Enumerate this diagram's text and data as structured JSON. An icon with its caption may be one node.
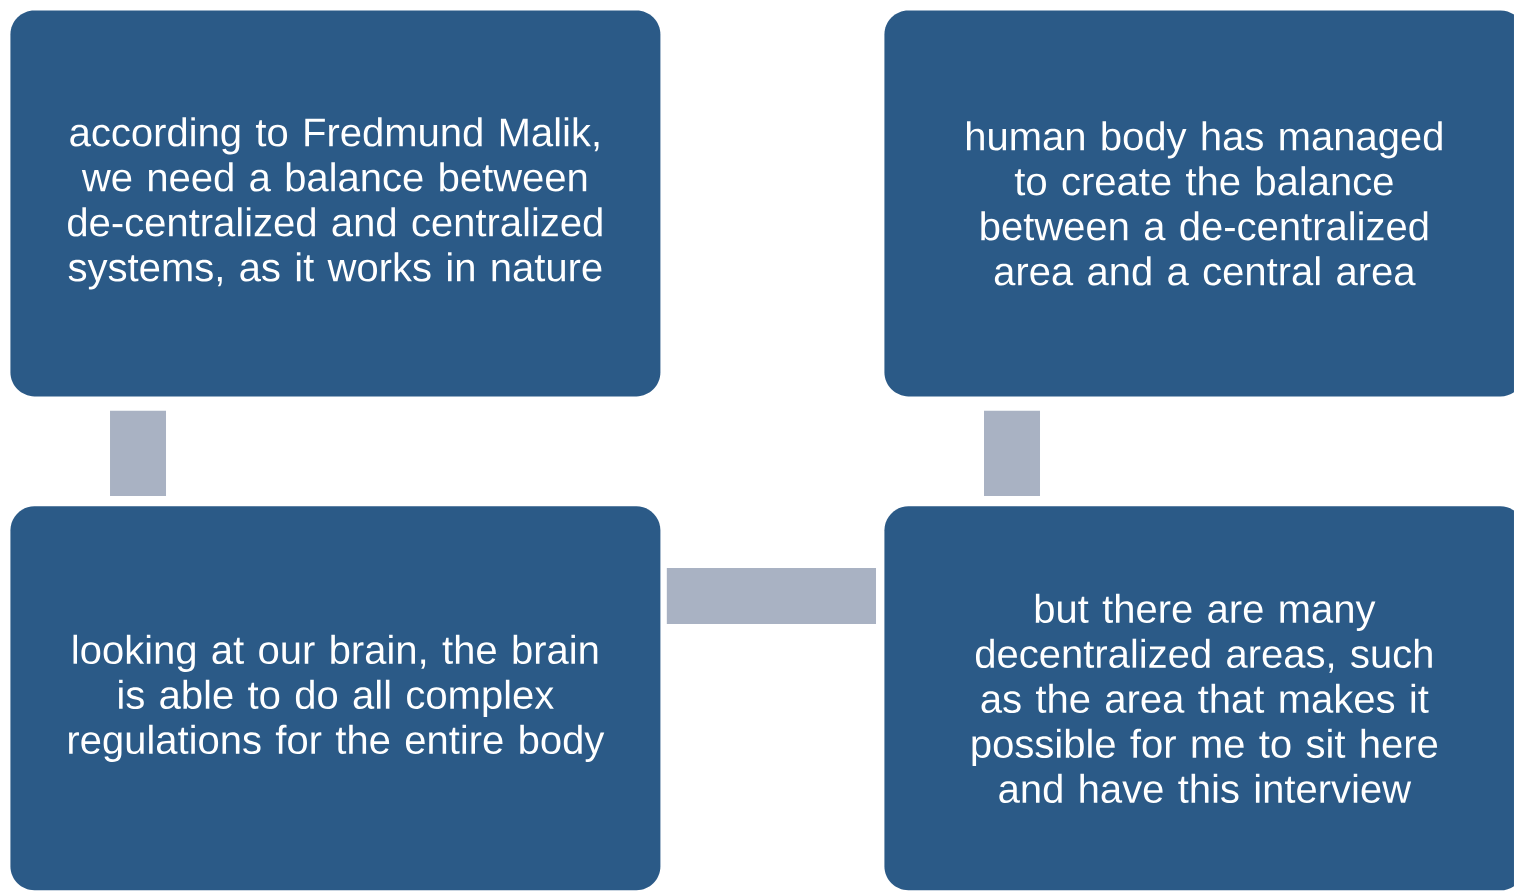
{
  "diagram": {
    "nodes": [
      {
        "text": [
          "according to Fredmund Malik, we need  a balance between de-centralized and centralized systems, as it works in nature"
        ]
      },
      {
        "text": [
          "human body has managed to create the balance between a de-centralized area and a central area"
        ]
      },
      {
        "text": [
          "looking at our brain, the brain is able to do all complex regulations for the entire body"
        ]
      },
      {
        "text": [
          "but there are many decentralized areas, such as the area that makes it possible for me to sit here and have this interview"
        ]
      }
    ],
    "edges": [
      {
        "from": 0,
        "to": 2,
        "arrow": "none"
      },
      {
        "from": 2,
        "to": 3,
        "arrow": "none"
      },
      {
        "from": 3,
        "to": 1,
        "arrow": "none"
      }
    ]
  }
}
